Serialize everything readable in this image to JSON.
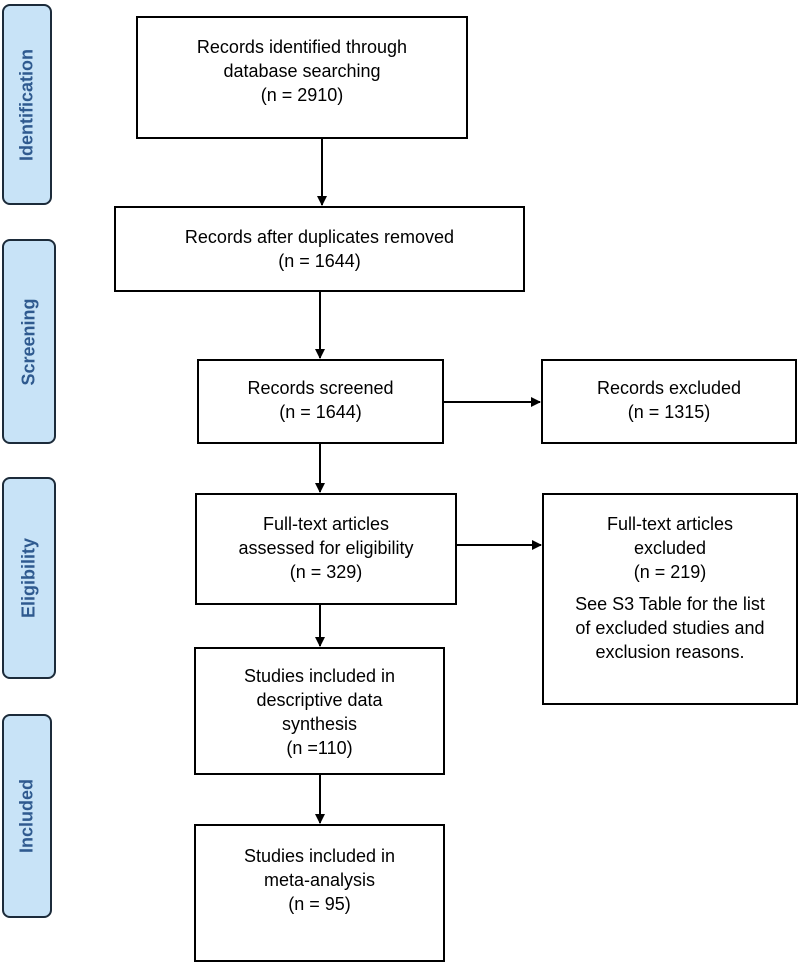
{
  "phases": {
    "identification": "Identification",
    "screening": "Screening",
    "eligibility": "Eligibility",
    "included": "Included"
  },
  "boxes": {
    "identified": {
      "lines": [
        "Records identified through",
        "database searching",
        "(n = 2910)"
      ]
    },
    "duplicates_removed": {
      "lines": [
        "Records after duplicates removed",
        "(n = 1644)"
      ]
    },
    "screened": {
      "lines": [
        "Records screened",
        "(n = 1644)"
      ]
    },
    "excluded": {
      "lines": [
        "Records excluded",
        "(n = 1315)"
      ]
    },
    "fulltext_assessed": {
      "lines": [
        "Full-text articles",
        "assessed for eligibility",
        "(n = 329)"
      ]
    },
    "fulltext_excluded": {
      "lines": [
        "Full-text articles",
        "excluded",
        "(n = 219)"
      ],
      "note": [
        "See S3 Table for the list",
        "of excluded studies and",
        "exclusion reasons."
      ]
    },
    "descriptive": {
      "lines": [
        "Studies included in",
        "descriptive data",
        "synthesis",
        "(n =110)"
      ]
    },
    "meta_analysis": {
      "lines": [
        "Studies included in",
        "meta-analysis",
        "(n = 95)"
      ]
    }
  },
  "colors": {
    "phase_fill": "#c8e3f7",
    "phase_text": "#2f5a8f",
    "line": "#000000"
  }
}
